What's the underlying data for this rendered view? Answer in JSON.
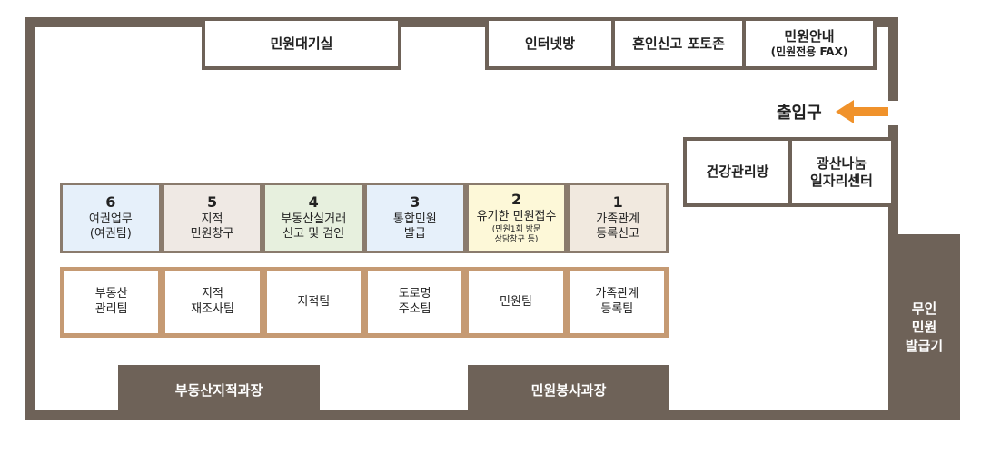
{
  "top_rooms": {
    "waiting_room": "민원대기실",
    "internet_room": "인터넷방",
    "marriage_photo": "혼인신고 포토존",
    "info_title": "민원안내",
    "info_sub": "(민원전용 FAX)"
  },
  "entrance": {
    "label": "출입구",
    "arrow_icon": "arrow-left-icon",
    "arrow_color": "#f0922b"
  },
  "side_rooms": {
    "health": "건강관리방",
    "job_line1": "광산나눔",
    "job_line2": "일자리센터"
  },
  "windows": [
    {
      "num": "6",
      "line1": "여권업무",
      "line2": "(여권팀)",
      "small": "",
      "color": "#e6f0fa"
    },
    {
      "num": "5",
      "line1": "지적",
      "line2": "민원창구",
      "small": "",
      "color": "#efe9e4"
    },
    {
      "num": "4",
      "line1": "부동산실거래",
      "line2": "신고 및 검인",
      "small": "",
      "color": "#e7f0de"
    },
    {
      "num": "3",
      "line1": "통합민원",
      "line2": "발급",
      "small": "",
      "color": "#e6f0fa"
    },
    {
      "num": "2",
      "line1": "유기한 민원접수",
      "line2": "",
      "small": "(민원1회 방문\n상담창구 등)",
      "color": "#fdf8d8"
    },
    {
      "num": "1",
      "line1": "가족관계",
      "line2": "등록신고",
      "small": "",
      "color": "#f1e9df"
    }
  ],
  "teams": [
    {
      "line1": "부동산",
      "line2": "관리팀"
    },
    {
      "line1": "지적",
      "line2": "재조사팀"
    },
    {
      "line1": "지적팀",
      "line2": ""
    },
    {
      "line1": "도로명",
      "line2": "주소팀"
    },
    {
      "line1": "민원팀",
      "line2": ""
    },
    {
      "line1": "가족관계",
      "line2": "등록팀"
    }
  ],
  "offices": {
    "real_estate": "부동산지적과장",
    "civil_service": "민원봉사과장"
  },
  "kiosk": {
    "line1": "무인",
    "line2": "민원",
    "line3": "발급기"
  },
  "colors": {
    "wall": "#6e6258",
    "team_border": "#c59a73"
  }
}
